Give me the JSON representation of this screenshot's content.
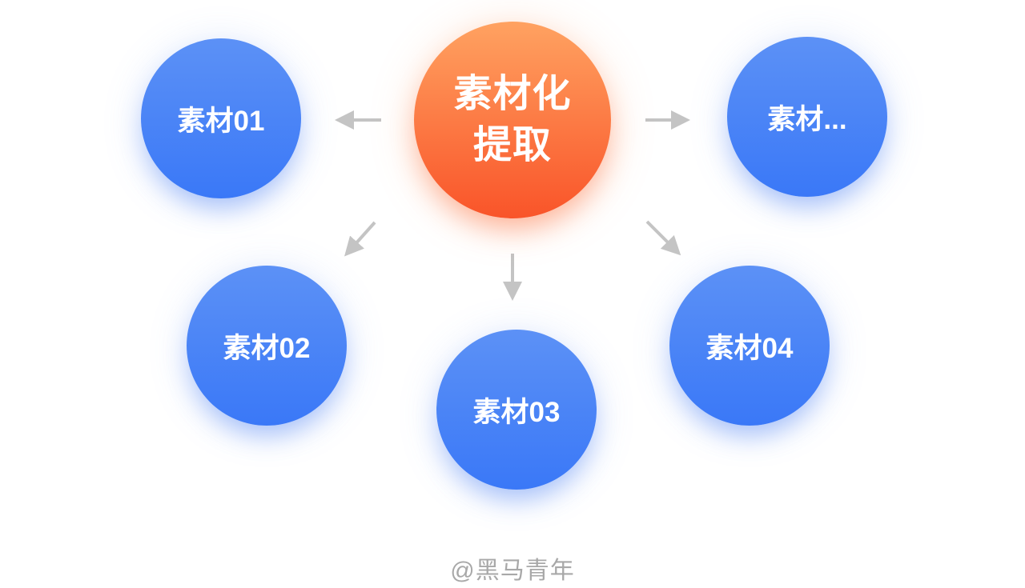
{
  "diagram": {
    "center": {
      "line1": "素材化",
      "line2": "提取",
      "full_label": "素材化提取"
    },
    "nodes": [
      {
        "label": "素材01"
      },
      {
        "label": "素材..."
      },
      {
        "label": "素材02"
      },
      {
        "label": "素材03"
      },
      {
        "label": "素材04"
      }
    ],
    "watermark": "@黑马青年",
    "colors": {
      "center_gradient_top": "#ffa261",
      "center_gradient_bottom": "#f95429",
      "node_gradient_top": "#5c91f6",
      "node_gradient_bottom": "#3a78f7",
      "arrow": "#c4c4c4",
      "watermark_text": "#a8a8a8",
      "background": "#ffffff",
      "node_text": "#ffffff"
    }
  }
}
